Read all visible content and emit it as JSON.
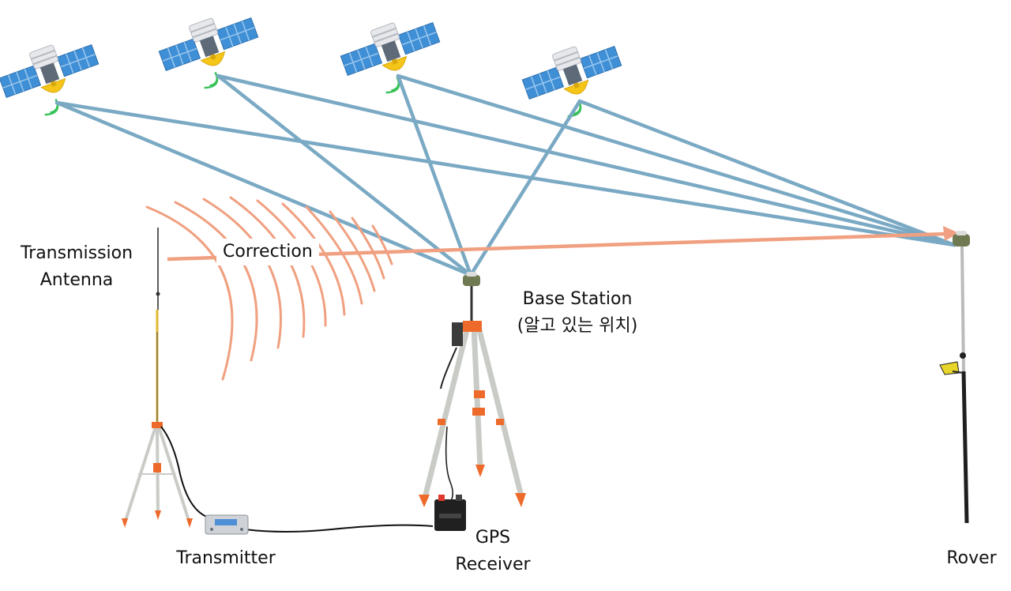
{
  "labels": {
    "transmission_antenna_line1": "Transmission",
    "transmission_antenna_line2": "Antenna",
    "correction": "Correction",
    "base_station_line1": "Base Station",
    "base_station_line2": "(알고 있는 위치)",
    "transmitter": "Transmitter",
    "gps_receiver_line1": "GPS",
    "gps_receiver_line2": "Receiver",
    "rover": "Rover"
  },
  "colors": {
    "signal_line": "#7aa9c4",
    "correction": "#f0a080",
    "tripod_leg": "#c9ccc6",
    "tripod_accent": "#ee6a2a",
    "solar_panel": "#3f8fd6",
    "satellite_dish": "#f5c518",
    "satellite_signal": "#38c25a"
  },
  "icons": {
    "satellite": "satellite-icon",
    "radio_waves": "radio-wave-icon",
    "antenna": "antenna-icon",
    "tripod": "tripod-icon",
    "gps_antenna": "gps-antenna-icon",
    "transmitter": "transmitter-icon",
    "battery": "battery-icon",
    "rover_pole": "rover-pole-icon"
  }
}
